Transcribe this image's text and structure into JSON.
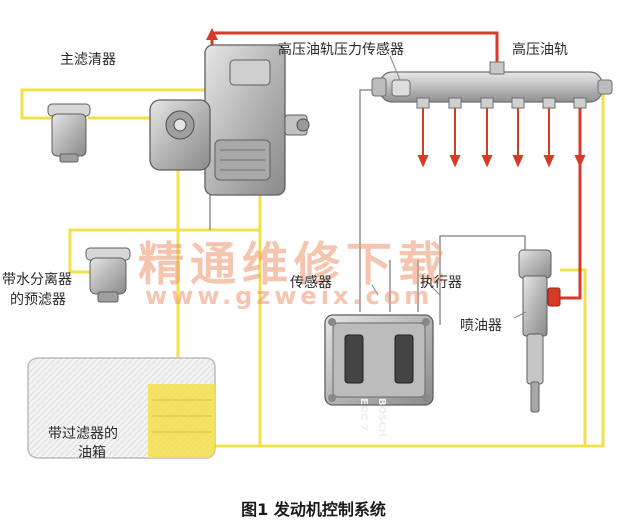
{
  "labels": {
    "main_filter": "主滤清器",
    "rail_pressure_sensor": "高压油轨压力传感器",
    "high_pressure_rail": "高压油轨",
    "prefilter_line1": "带水分离器",
    "prefilter_line2": "的预滤器",
    "sensor": "传感器",
    "actuator": "执行器",
    "injector": "喷油器",
    "tank_line1": "带过滤器的",
    "tank_line2": "油箱"
  },
  "ecu": {
    "brand": "BOSCH",
    "model": "EDC 7"
  },
  "watermark": {
    "main": "精通维修下载",
    "url": "www.gzweix.com"
  },
  "caption": "图1 发动机控制系统",
  "colors": {
    "fuel_line": "#f2e04a",
    "high_pressure": "#d83a2a",
    "signal_line": "#909090",
    "component": "#b8b8b8"
  }
}
